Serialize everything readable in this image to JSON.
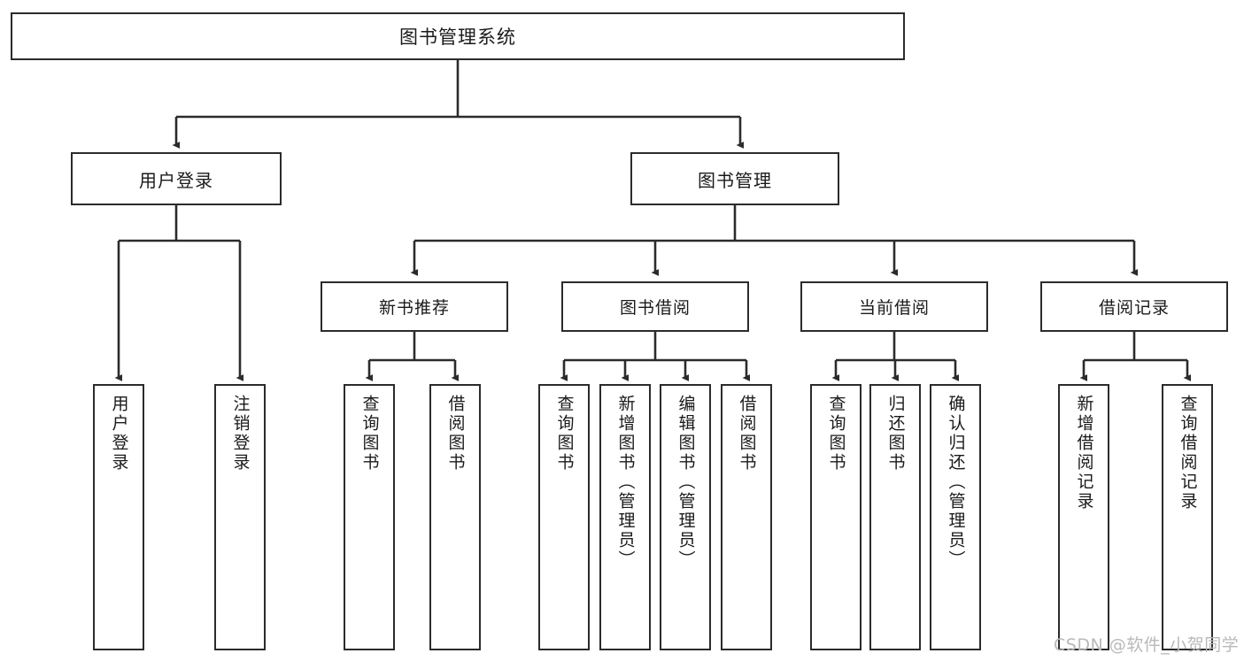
{
  "diagram": {
    "title": "图书管理系统",
    "type": "tree-hierarchy-diagram",
    "colors": {
      "box_border": "#2b2b2b",
      "box_fill": "#ffffff",
      "connector": "#2b2b2b",
      "text": "#1a1a1a",
      "watermark": "#b9b9b9",
      "background": "#ffffff"
    }
  },
  "root": {
    "label": "图书管理系统"
  },
  "level1": [
    {
      "label": "用户登录"
    },
    {
      "label": "图书管理"
    }
  ],
  "level2": [
    {
      "label": "新书推荐"
    },
    {
      "label": "图书借阅"
    },
    {
      "label": "当前借阅"
    },
    {
      "label": "借阅记录"
    }
  ],
  "leaves": {
    "user_login": [
      {
        "label": "用户登录"
      },
      {
        "label": "注销登录"
      }
    ],
    "new_book_recommend": [
      {
        "label": "查询图书"
      },
      {
        "label": "借阅图书"
      }
    ],
    "book_borrow": [
      {
        "label": "查询图书"
      },
      {
        "label": "新增图书（管理员）"
      },
      {
        "label": "编辑图书（管理员）"
      },
      {
        "label": "借阅图书"
      }
    ],
    "current_borrow": [
      {
        "label": "查询图书"
      },
      {
        "label": "归还图书"
      },
      {
        "label": "确认归还（管理员）"
      }
    ],
    "borrow_record": [
      {
        "label": "新增借阅记录"
      },
      {
        "label": "查询借阅记录"
      }
    ]
  },
  "watermark": {
    "text": "CSDN @软件_小贺同学"
  }
}
